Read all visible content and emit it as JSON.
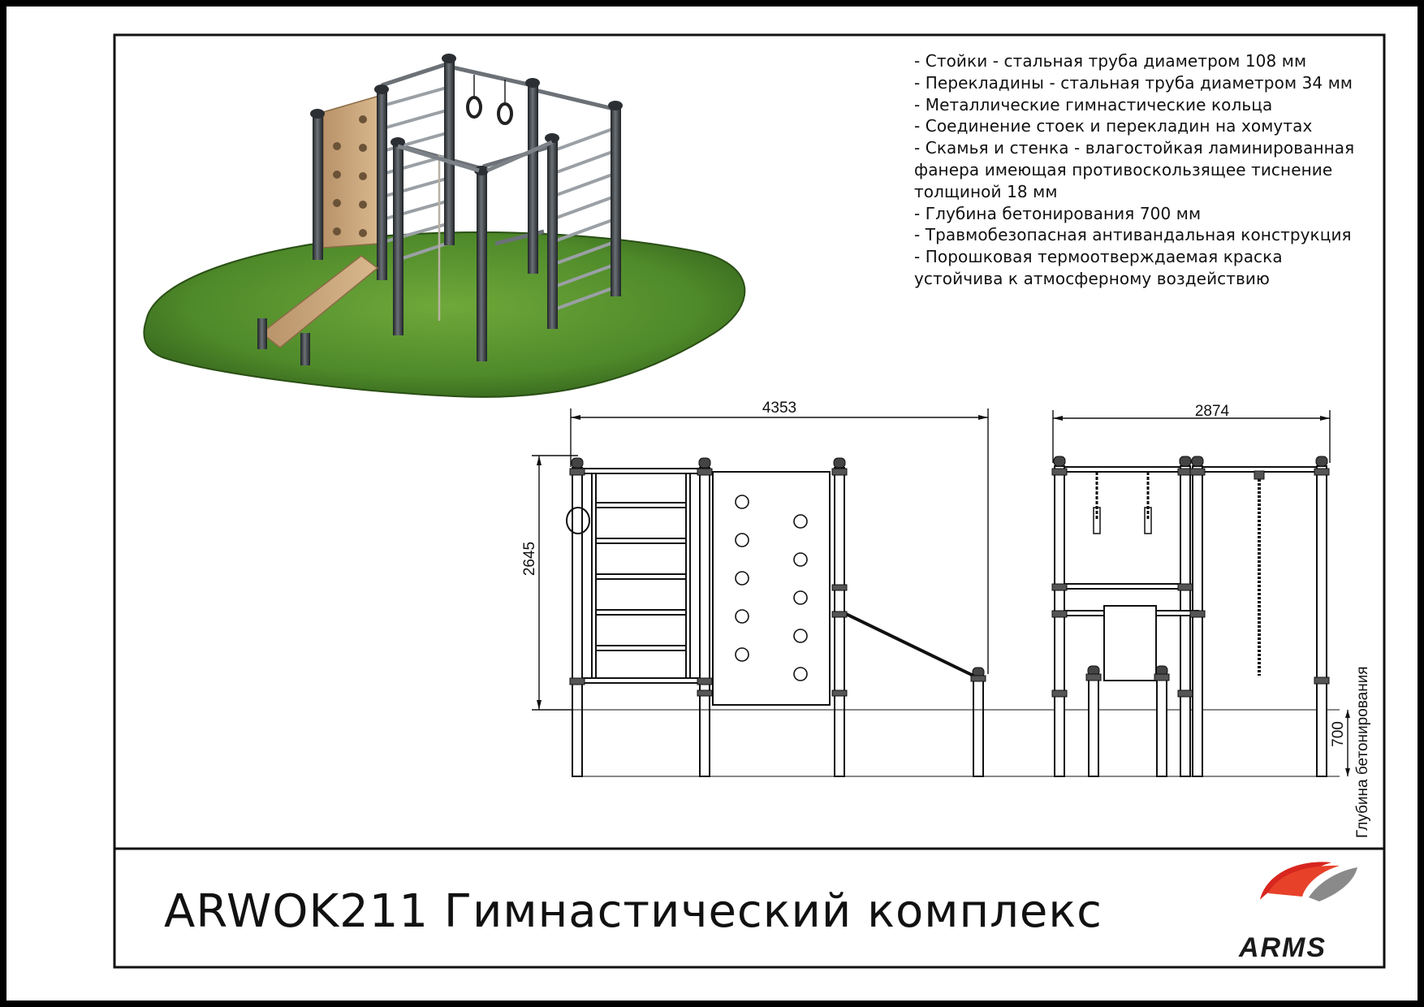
{
  "specifications": [
    "- Стойки - стальная труба диаметром 108 мм",
    "- Перекладины - стальная труба диаметром 34 мм",
    "- Металлические гимнастические кольца",
    "- Соединение стоек и перекладин на хомутах",
    "- Скамья и стенка - влагостойкая ламинированная",
    "фанера имеющая противоскользящее тиснение",
    "толщиной 18 мм",
    "- Глубина бетонирования 700 мм",
    "- Травмобезопасная антивандальная конструкция",
    "- Порошковая термоотверждаемая краска",
    "устойчива к атмосферному воздействию"
  ],
  "dimensions": {
    "front_width": "4353",
    "side_width": "2874",
    "height": "2645",
    "depth": "700",
    "depth_label": "Глубина бетонирования"
  },
  "title": "ARWOK211 Гимнастический комплекс",
  "logo": {
    "text": "ARMS"
  },
  "colors": {
    "grass": "#4f8a2a",
    "grass_dark": "#2f5e1a",
    "steel": "#3a3f44",
    "plywood": "#c9a57a",
    "logo_red": "#d7261e",
    "logo_gray": "#8a8a8a"
  }
}
